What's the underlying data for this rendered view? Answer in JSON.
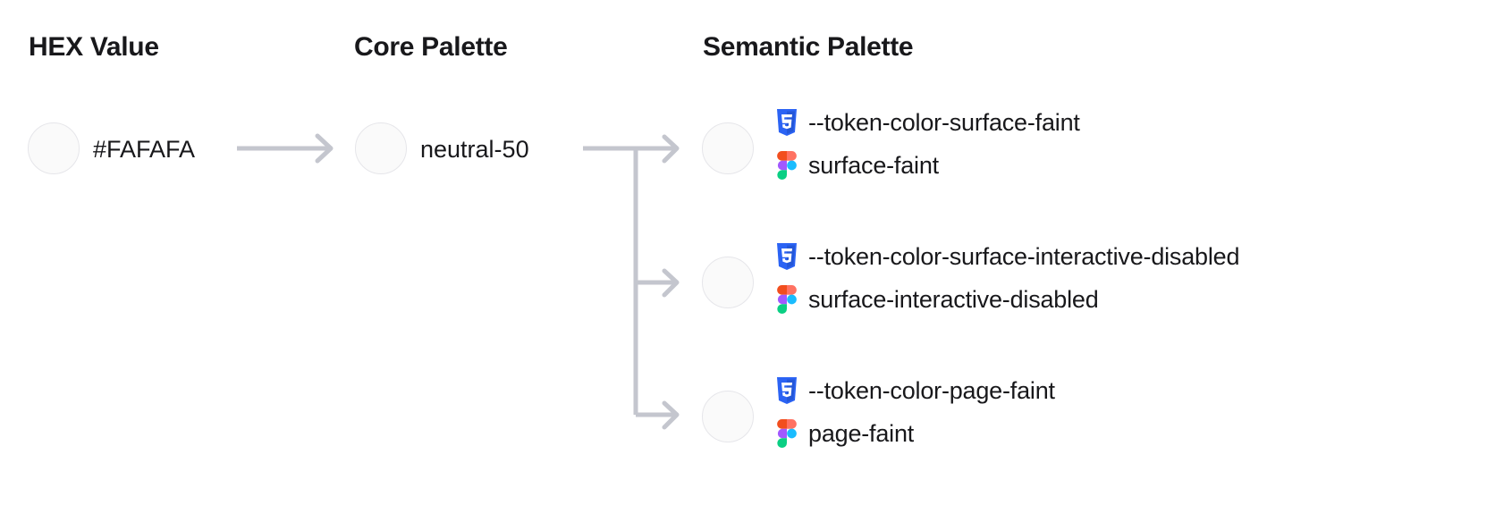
{
  "columns": {
    "hex": {
      "heading": "HEX Value"
    },
    "core": {
      "heading": "Core Palette"
    },
    "semantic": {
      "heading": "Semantic Palette"
    }
  },
  "hex_value": {
    "label": "#FAFAFA",
    "swatch_color": "#FAFAFA"
  },
  "core_value": {
    "label": "neutral-50",
    "swatch_color": "#FAFAFA"
  },
  "semantic_tokens": [
    {
      "css_icon": "css3-icon",
      "css_token": "--token-color-surface-faint",
      "figma_icon": "figma-icon",
      "figma_token": "surface-faint",
      "swatch_color": "#FAFAFA"
    },
    {
      "css_icon": "css3-icon",
      "css_token": "--token-color-surface-interactive-disabled",
      "figma_icon": "figma-icon",
      "figma_token": "surface-interactive-disabled",
      "swatch_color": "#FAFAFA"
    },
    {
      "css_icon": "css3-icon",
      "css_token": "--token-color-page-faint",
      "figma_icon": "figma-icon",
      "figma_token": "page-faint",
      "swatch_color": "#FAFAFA"
    }
  ],
  "palette": {
    "connector_color": "#C4C6CE",
    "swatch_border": "#E6E6EA",
    "text_color": "#18181b",
    "css_icon_blue": "#2B63F4",
    "figma_orange": "#F24E1E",
    "figma_purple": "#A259FF",
    "figma_green": "#0ACF83",
    "figma_blue": "#1ABCFE",
    "figma_red": "#FF7262"
  }
}
